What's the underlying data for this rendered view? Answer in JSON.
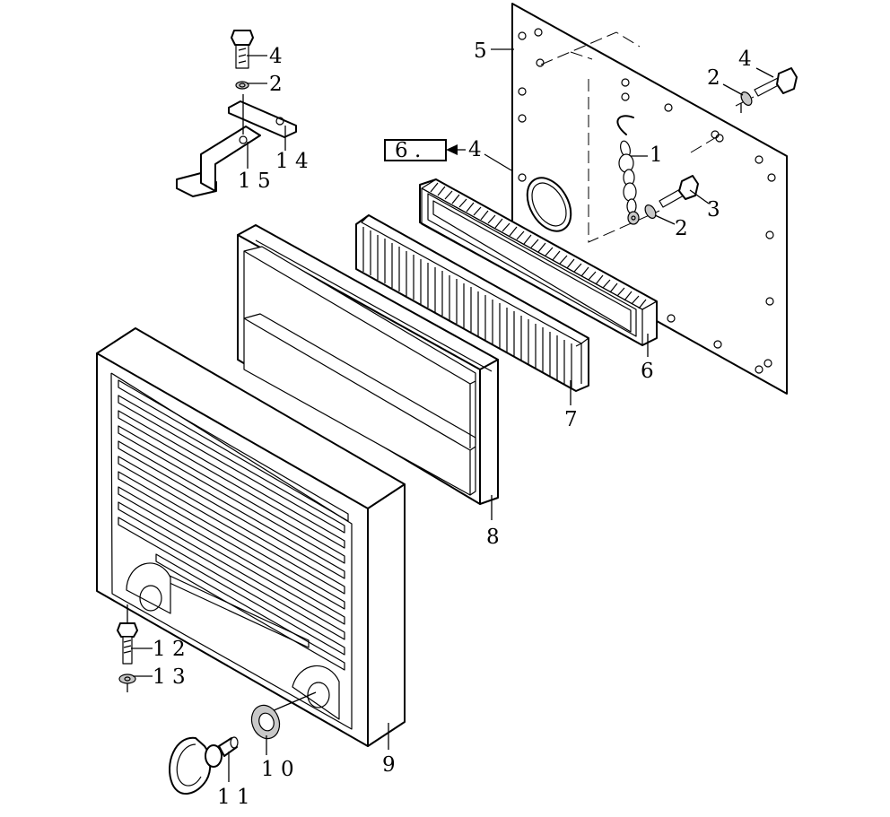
{
  "ref_box": "6 .",
  "labels": {
    "l1": "1",
    "l2a": "2",
    "l2b": "2",
    "l2c": "2",
    "l3": "3",
    "l4a": "4",
    "l4b": "4",
    "l4c": "4",
    "l5": "5",
    "l6": "6",
    "l7": "7",
    "l8": "8",
    "l9": "9",
    "l10": "1 0",
    "l11": "1 1",
    "l12": "1 2",
    "l13": "1 3",
    "l14": "1 4",
    "l15": "1 5"
  }
}
